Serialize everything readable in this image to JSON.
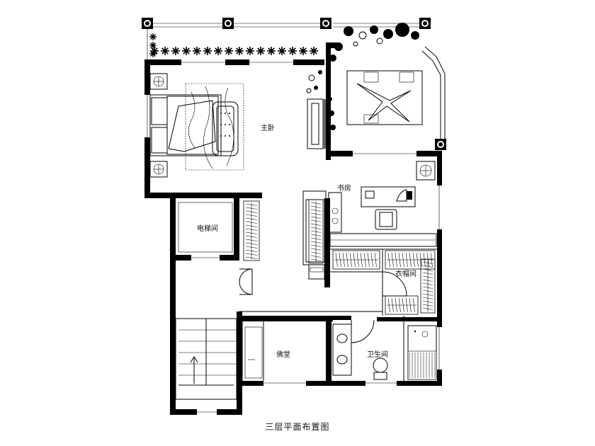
{
  "diagram": {
    "caption": "三层平面布置图",
    "rooms": {
      "master_bedroom": "主卧",
      "study": "书房",
      "elevator": "电梯间",
      "cloakroom": "衣帽间",
      "buddha_hall": "佛堂",
      "bathroom": "卫生间"
    }
  }
}
